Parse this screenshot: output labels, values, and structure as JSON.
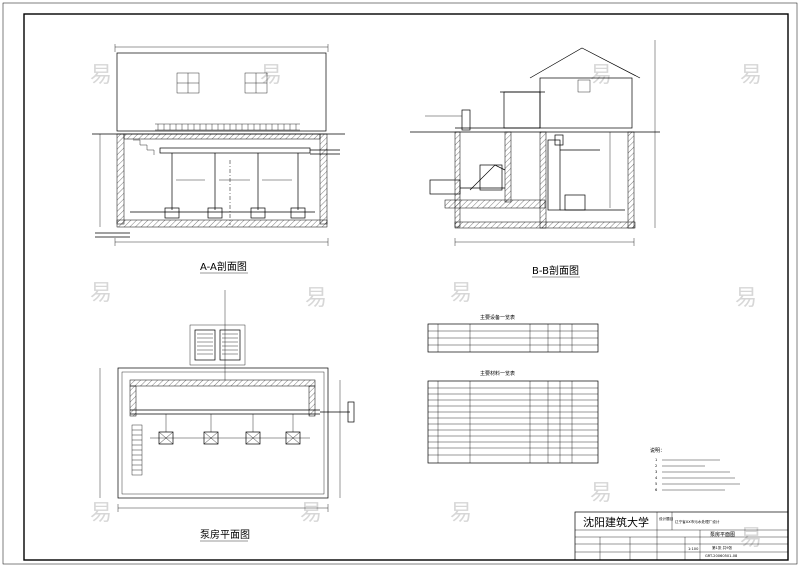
{
  "drawing": {
    "views": {
      "section_aa": "A-A剖面图",
      "section_bb": "B-B剖面图",
      "plan": "泵房平面图"
    },
    "tables": {
      "equipment_title": "主要设备一览表",
      "material_title": "主要材料一览表"
    },
    "notes_heading": "说明：",
    "note_lines": [
      "1",
      "2",
      "3",
      "4",
      "5",
      "6"
    ],
    "title_block": {
      "school": "沈阳建筑大学",
      "design_label": "设计题目",
      "design_title": "辽宁省XX市污水处理厂设计",
      "drawing_name": "泵房平面图",
      "scale": "1:100",
      "sheet_no": "第1张 共9张",
      "drawing_code": "GRT-20060501-08"
    },
    "watermark": "易"
  }
}
